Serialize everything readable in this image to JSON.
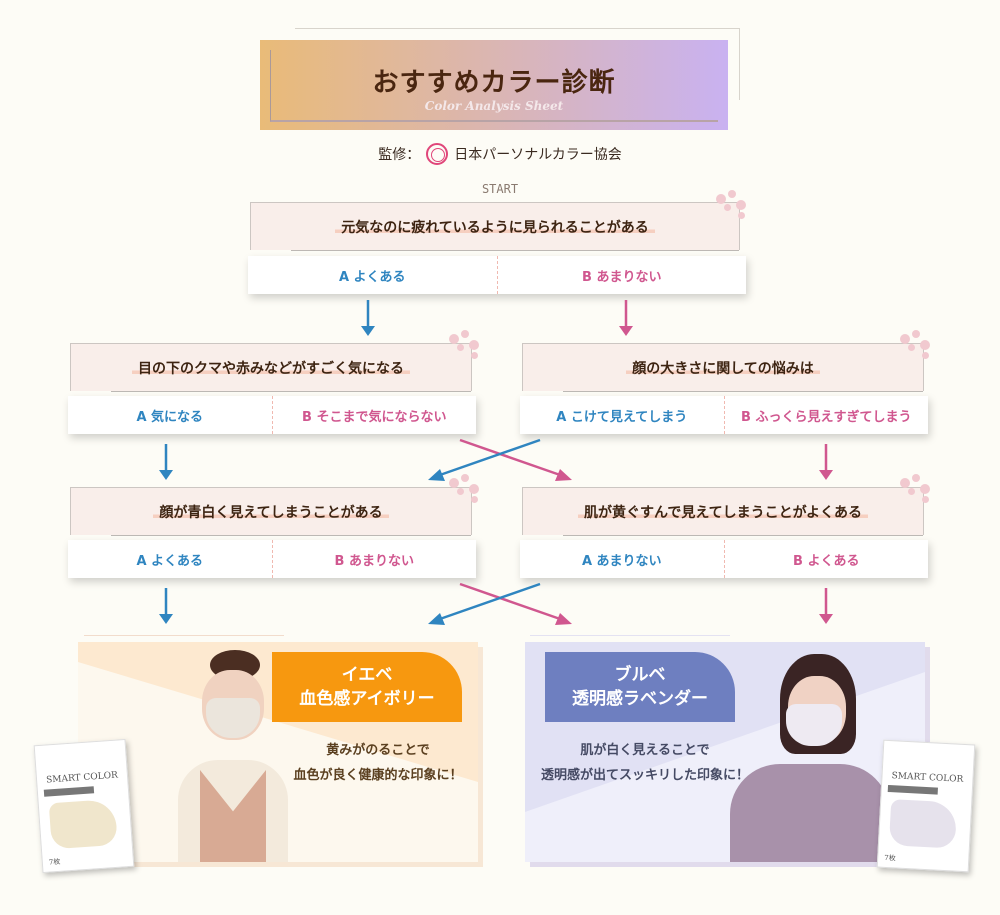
{
  "header": {
    "title": "おすすめカラー診断",
    "subtitle": "Color Analysis Sheet",
    "supervision_label": "監修：",
    "supervisor": "日本パーソナルカラー協会",
    "start": "START"
  },
  "questions": [
    {
      "text": "元気なのに疲れているように見られることがある",
      "a": "A よくある",
      "b": "B あまりない"
    },
    {
      "text": "目の下のクマや赤みなどがすごく気になる",
      "a": "A 気になる",
      "b": "B そこまで気にならない"
    },
    {
      "text": "顔の大きさに関しての悩みは",
      "a": "A こけて見えてしまう",
      "b": "B ふっくら見えすぎてしまう"
    },
    {
      "text": "顔が青白く見えてしまうことがある",
      "a": "A よくある",
      "b": "B あまりない"
    },
    {
      "text": "肌が黄ぐすんで見えてしまうことがよくある",
      "a": "A あまりない",
      "b": "B よくある"
    }
  ],
  "results": [
    {
      "line1": "イエベ",
      "line2": "血色感アイボリー",
      "desc1": "黄みがのることで",
      "desc2": "血色が良く健康的な印象に！",
      "color": "#f7980f",
      "product_brand": "SMART COLOR",
      "product_count": "7枚"
    },
    {
      "line1": "ブルベ",
      "line2": "透明感ラベンダー",
      "desc1": "肌が白く見えることで",
      "desc2": "透明感が出てスッキリした印象に！",
      "color": "#6e7fc0",
      "product_brand": "SMART COLOR",
      "product_count": "7枚"
    }
  ],
  "colors": {
    "a": "#2f85c0",
    "b": "#d0578f"
  }
}
